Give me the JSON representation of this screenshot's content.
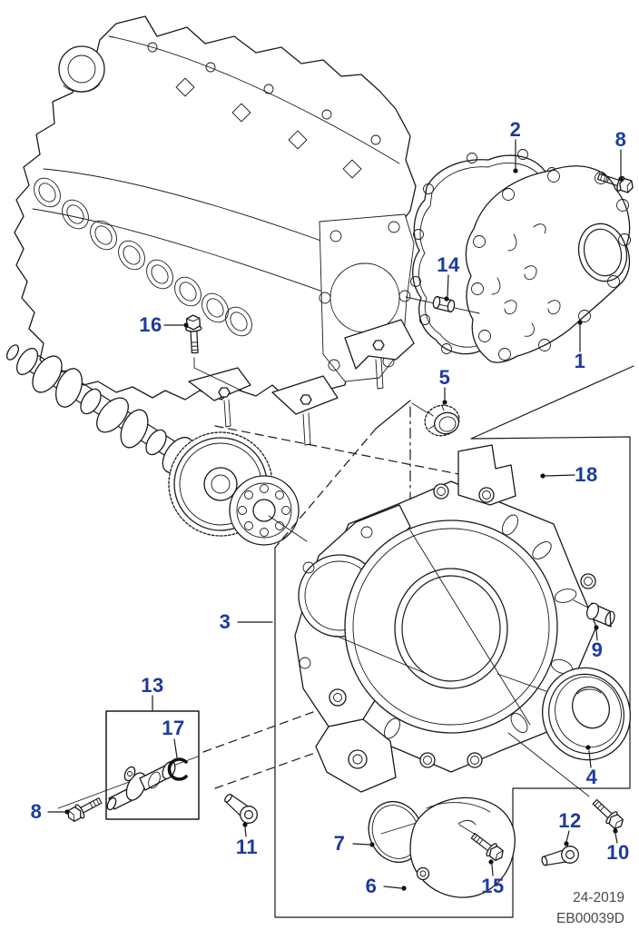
{
  "diagram": {
    "title": "engine-front-cover-exploded-parts-diagram",
    "callouts": {
      "n1": "1",
      "n2": "2",
      "n3": "3",
      "n4": "4",
      "n5": "5",
      "n6": "6",
      "n7": "7",
      "n8_top": "8",
      "n8_left": "8",
      "n9": "9",
      "n10": "10",
      "n11": "11",
      "n12": "12",
      "n13": "13",
      "n14": "14",
      "n15": "15",
      "n16": "16",
      "n17": "17",
      "n18": "18"
    },
    "footer": {
      "date_code": "24-2019",
      "drawing_code": "EB00039D"
    },
    "colors": {
      "callout_blue": "#1c3ba0",
      "line_black": "#1a1a1a",
      "footer_gray": "#4a4a4a",
      "background": "#ffffff"
    }
  }
}
